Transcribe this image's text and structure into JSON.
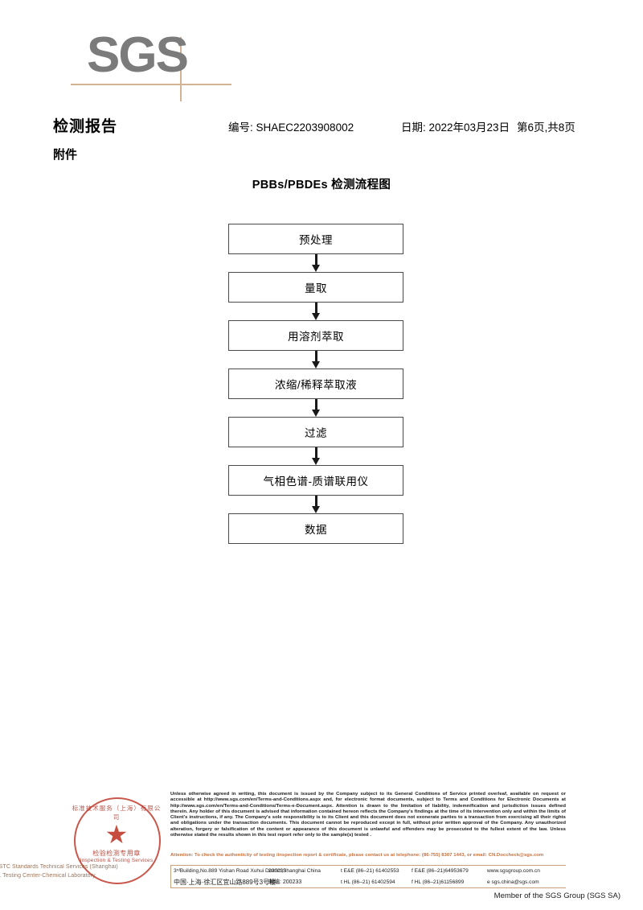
{
  "logo": {
    "wordmark": "SGS"
  },
  "header": {
    "report_title": "检测报告",
    "attachment_label": "附件",
    "report_no": "编号: SHAEC2203908002",
    "report_date": "日期: 2022年03月23日",
    "page_indicator": "第6页,共8页"
  },
  "flowchart": {
    "title": "PBBs/PBDEs 检测流程图",
    "nodes": [
      {
        "label": "预处理"
      },
      {
        "label": "量取"
      },
      {
        "label": "用溶剂萃取"
      },
      {
        "label": "浓缩/稀释萃取液"
      },
      {
        "label": "过滤"
      },
      {
        "label": "气相色谱-质谱联用仪"
      },
      {
        "label": "数据"
      }
    ]
  },
  "footer": {
    "seal": {
      "arc_top": "标准技术服务（上海）有限公司",
      "cn_text": "检验检测专用章",
      "en_text": "Inspection & Testing Services",
      "star_glyph": "★"
    },
    "company_name": "SGS-CSTC Standards Technical Services (Shanghai) Co.,Ltd. Testing Center-Chemical Laboratory.",
    "legal_text": "Unless otherwise agreed in writing, this document is issued by the Company subject to its General Conditions of Service printed overleaf, available on request or accessible at http://www.sgs.com/en/Terms-and-Conditions.aspx and, for electronic format documents, subject to Terms and Conditions for Electronic Documents at http://www.sgs.com/en/Terms-and-Conditions/Terms-e-Document.aspx. Attention is drawn to the limitation of liability, indemnification and jurisdiction issues defined therein. Any holder of this document is advised that information contained hereon reflects the Company's findings at the time of its intervention only and within the limits of Client's instructions, if any. The Company's sole responsibility is to its Client and this document does not exonerate parties to a transaction from exercising all their rights and obligations under the transaction documents. This document cannot be reproduced except in full, without prior written approval of the Company. Any unauthorized alteration, forgery or falsification of the content or appearance of this document is unlawful and offenders may be prosecuted to the fullest extent of the law. Unless otherwise stated the results shown in this test report refer only to the sample(s) tested .",
    "attention_text": "Attention: To check the authenticity of testing /inspection report & certificate, please contact us at telephone: (86-755) 8307 1443, or email: CN.Doccheck@sgs.com",
    "address": {
      "en": {
        "street": "3ʳᵈBuilding,No.889 Yishan Road Xuhui District,Shanghai China",
        "postcode": "200233",
        "tel": "t E&E (86–21) 61402553",
        "fax": "f E&E (86–21)64953679",
        "web": "www.sgsgroup.com.cn"
      },
      "cn": {
        "street": "中国·上海·徐汇区宜山路889号3号楼",
        "postcode": "邮编: 200233",
        "tel": "t HL (86–21) 61402594",
        "fax": "f HL (86–21)61156899",
        "web": "e sgs.china@sgs.com"
      }
    },
    "member_line": "Member of the SGS Group (SGS SA)"
  },
  "colors": {
    "logo_gray": "#7b7b7b",
    "logo_rule_tan": "#d4b392",
    "attention_orange": "#c8703c",
    "seal_red": "#c0392b",
    "node_border": "#4a4a4a"
  }
}
